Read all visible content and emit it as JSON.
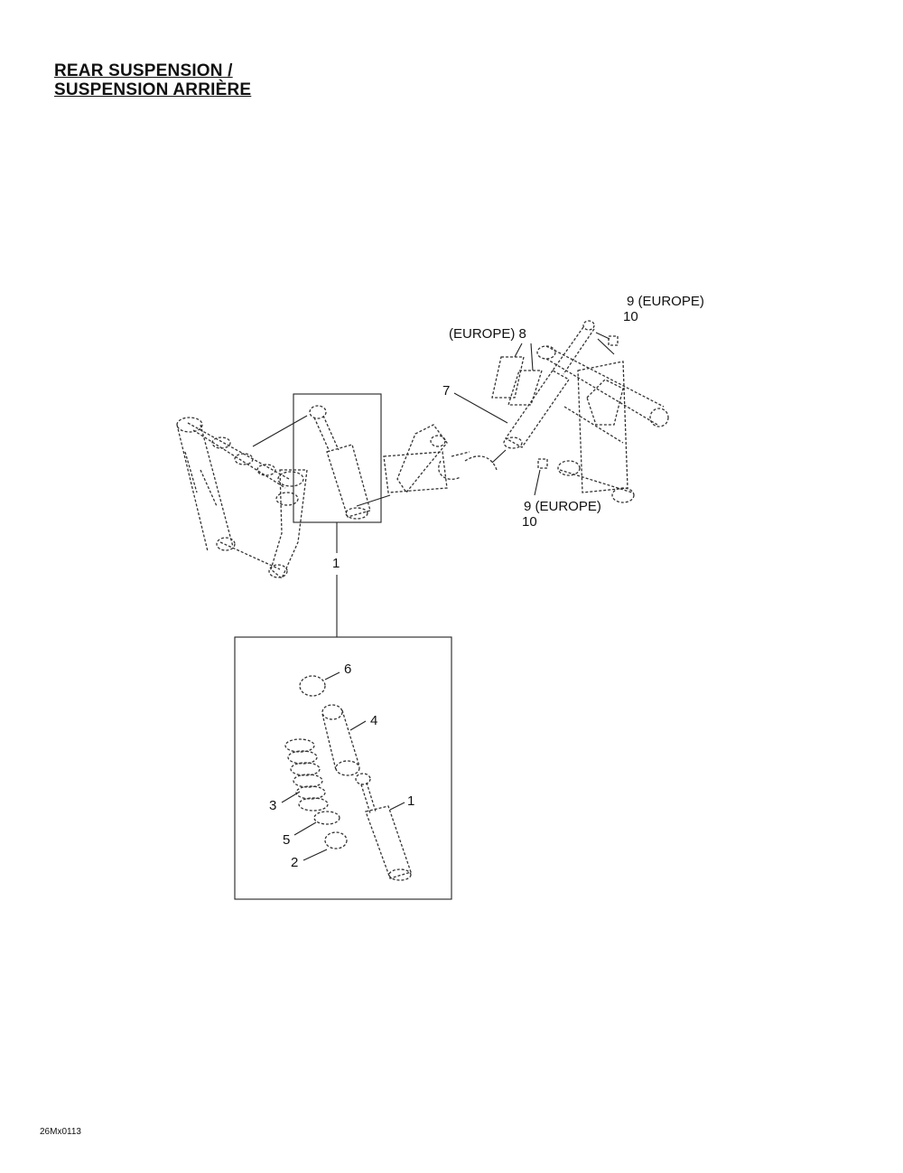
{
  "title": {
    "line1": "REAR SUSPENSION /",
    "line2": "SUSPENSION ARRIÈRE"
  },
  "callouts": {
    "c9_top": "9 (EUROPE)",
    "c10_top": "10",
    "c8": "(EUROPE) 8",
    "c7": "7",
    "c9_mid": "9 (EUROPE)",
    "c10_mid": "10",
    "c1_box": "1",
    "c6": "6",
    "c4": "4",
    "c3": "3",
    "c1": "1",
    "c5": "5",
    "c2": "2"
  },
  "figure_code": "26Mx0113"
}
